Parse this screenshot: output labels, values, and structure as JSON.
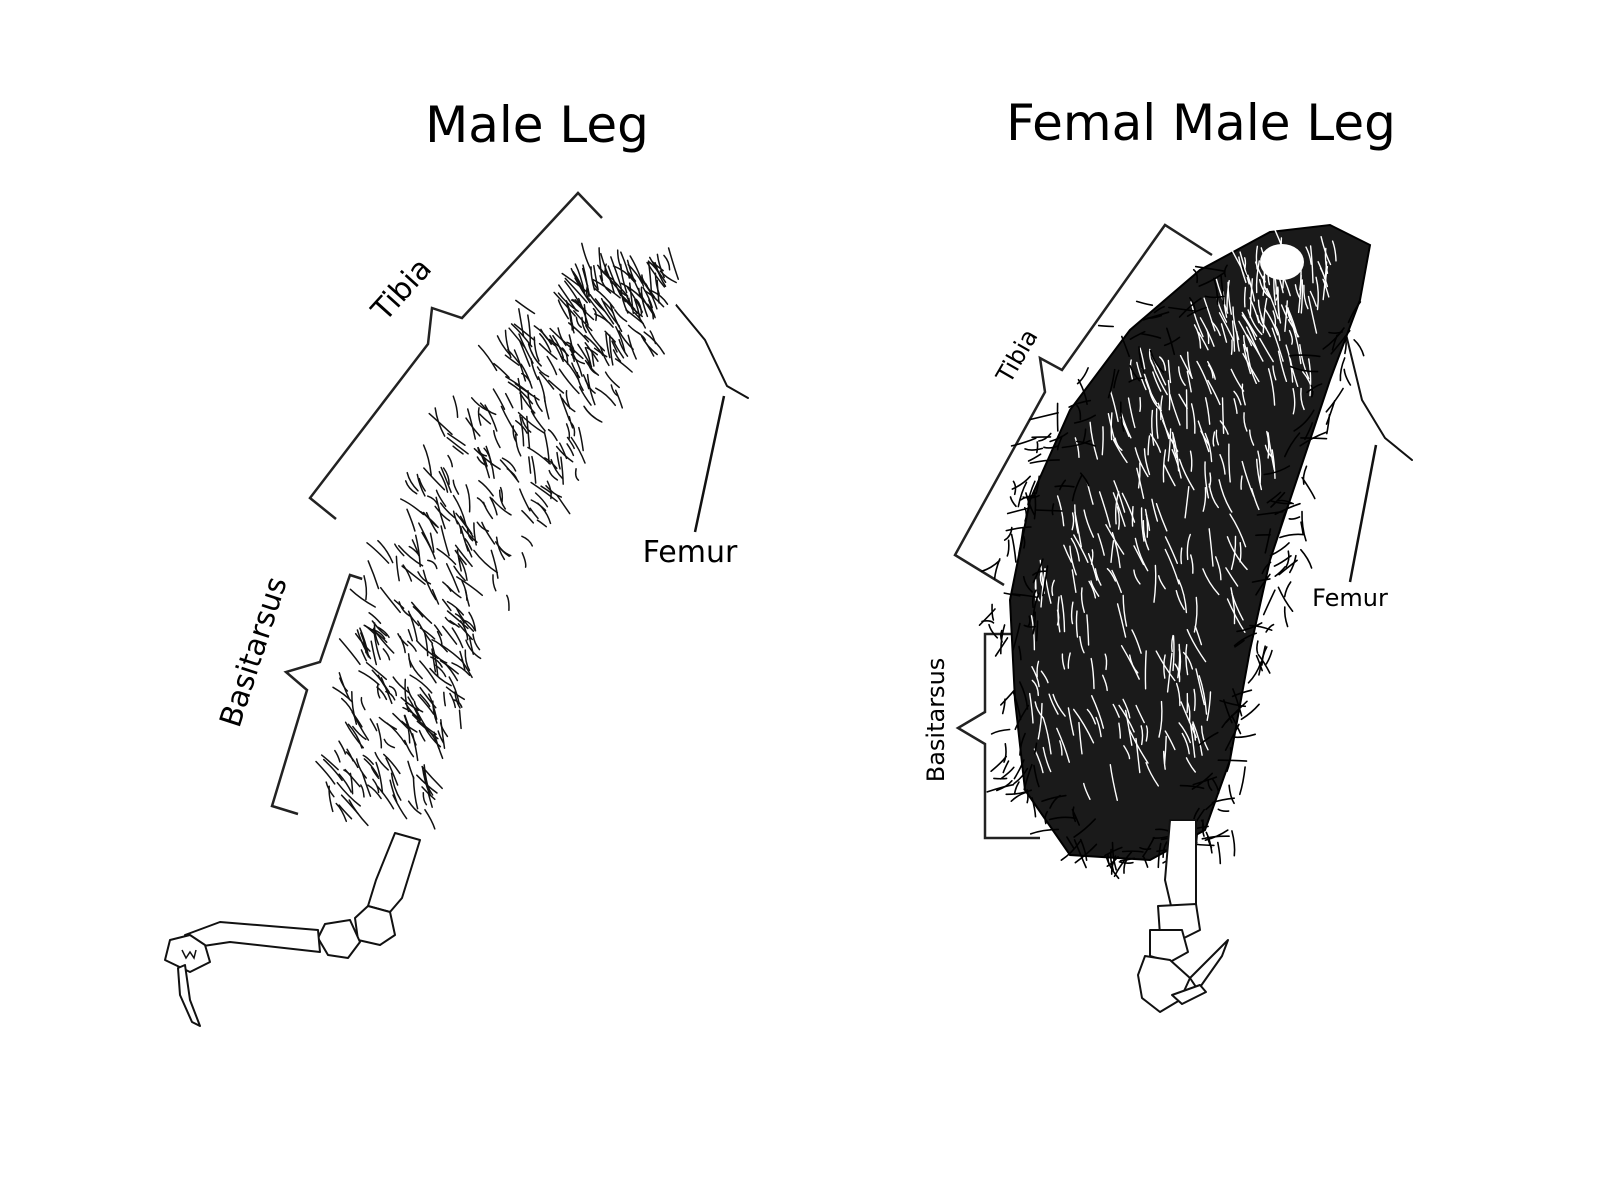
{
  "panels": {
    "male": {
      "title": "Male Leg",
      "labels": {
        "tibia": "Tibia",
        "basitarsus": "Basitarsus",
        "femur": "Femur"
      }
    },
    "female": {
      "title": "Femal Male Leg",
      "labels": {
        "tibia": "Tibia",
        "basitarsus": "Basitarsus",
        "femur": "Femur"
      }
    }
  },
  "colors": {
    "ink": "#000000",
    "background": "#ffffff"
  }
}
